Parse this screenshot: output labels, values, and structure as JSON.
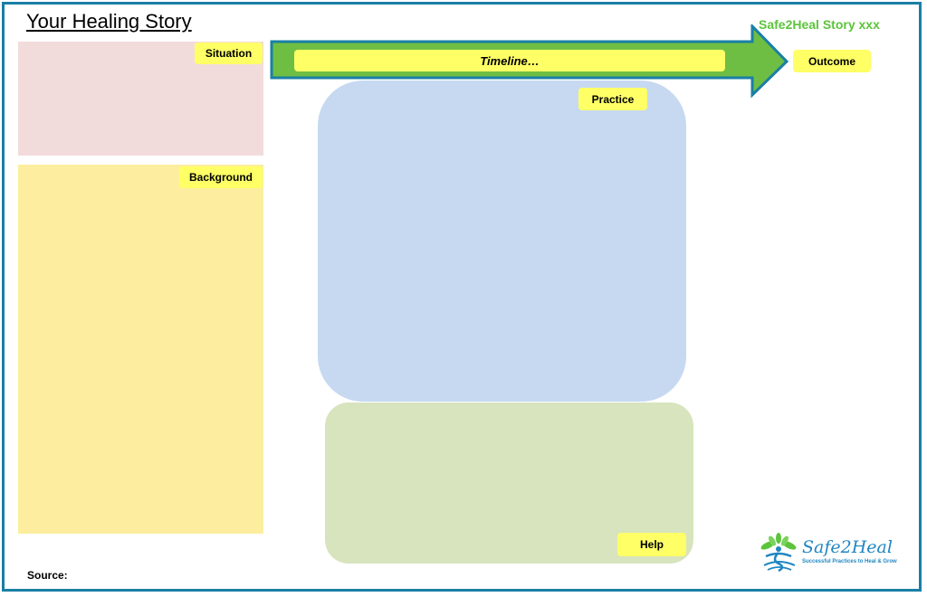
{
  "header": {
    "title": "Your Healing Story",
    "brand_title": "Safe2Heal Story xxx"
  },
  "sections": {
    "situation": "Situation",
    "background": "Background",
    "practice": "Practice",
    "help": "Help",
    "outcome": "Outcome"
  },
  "timeline": {
    "label": "Timeline…"
  },
  "footer": {
    "source_label": "Source:"
  },
  "logo": {
    "name": "Safe2Heal",
    "tagline": "Successful Practices to Heal & Grow"
  },
  "colors": {
    "frame": "#1a7fa5",
    "situation_bg": "#f2dcdb",
    "background_bg": "#fcee9e",
    "practice_bg": "#c6d9f1",
    "help_bg": "#d7e4bd",
    "tag_bg": "#ffff66",
    "arrow_fill": "#6fbe44",
    "brand_green": "#5cc43c",
    "logo_blue": "#1f86c1"
  }
}
